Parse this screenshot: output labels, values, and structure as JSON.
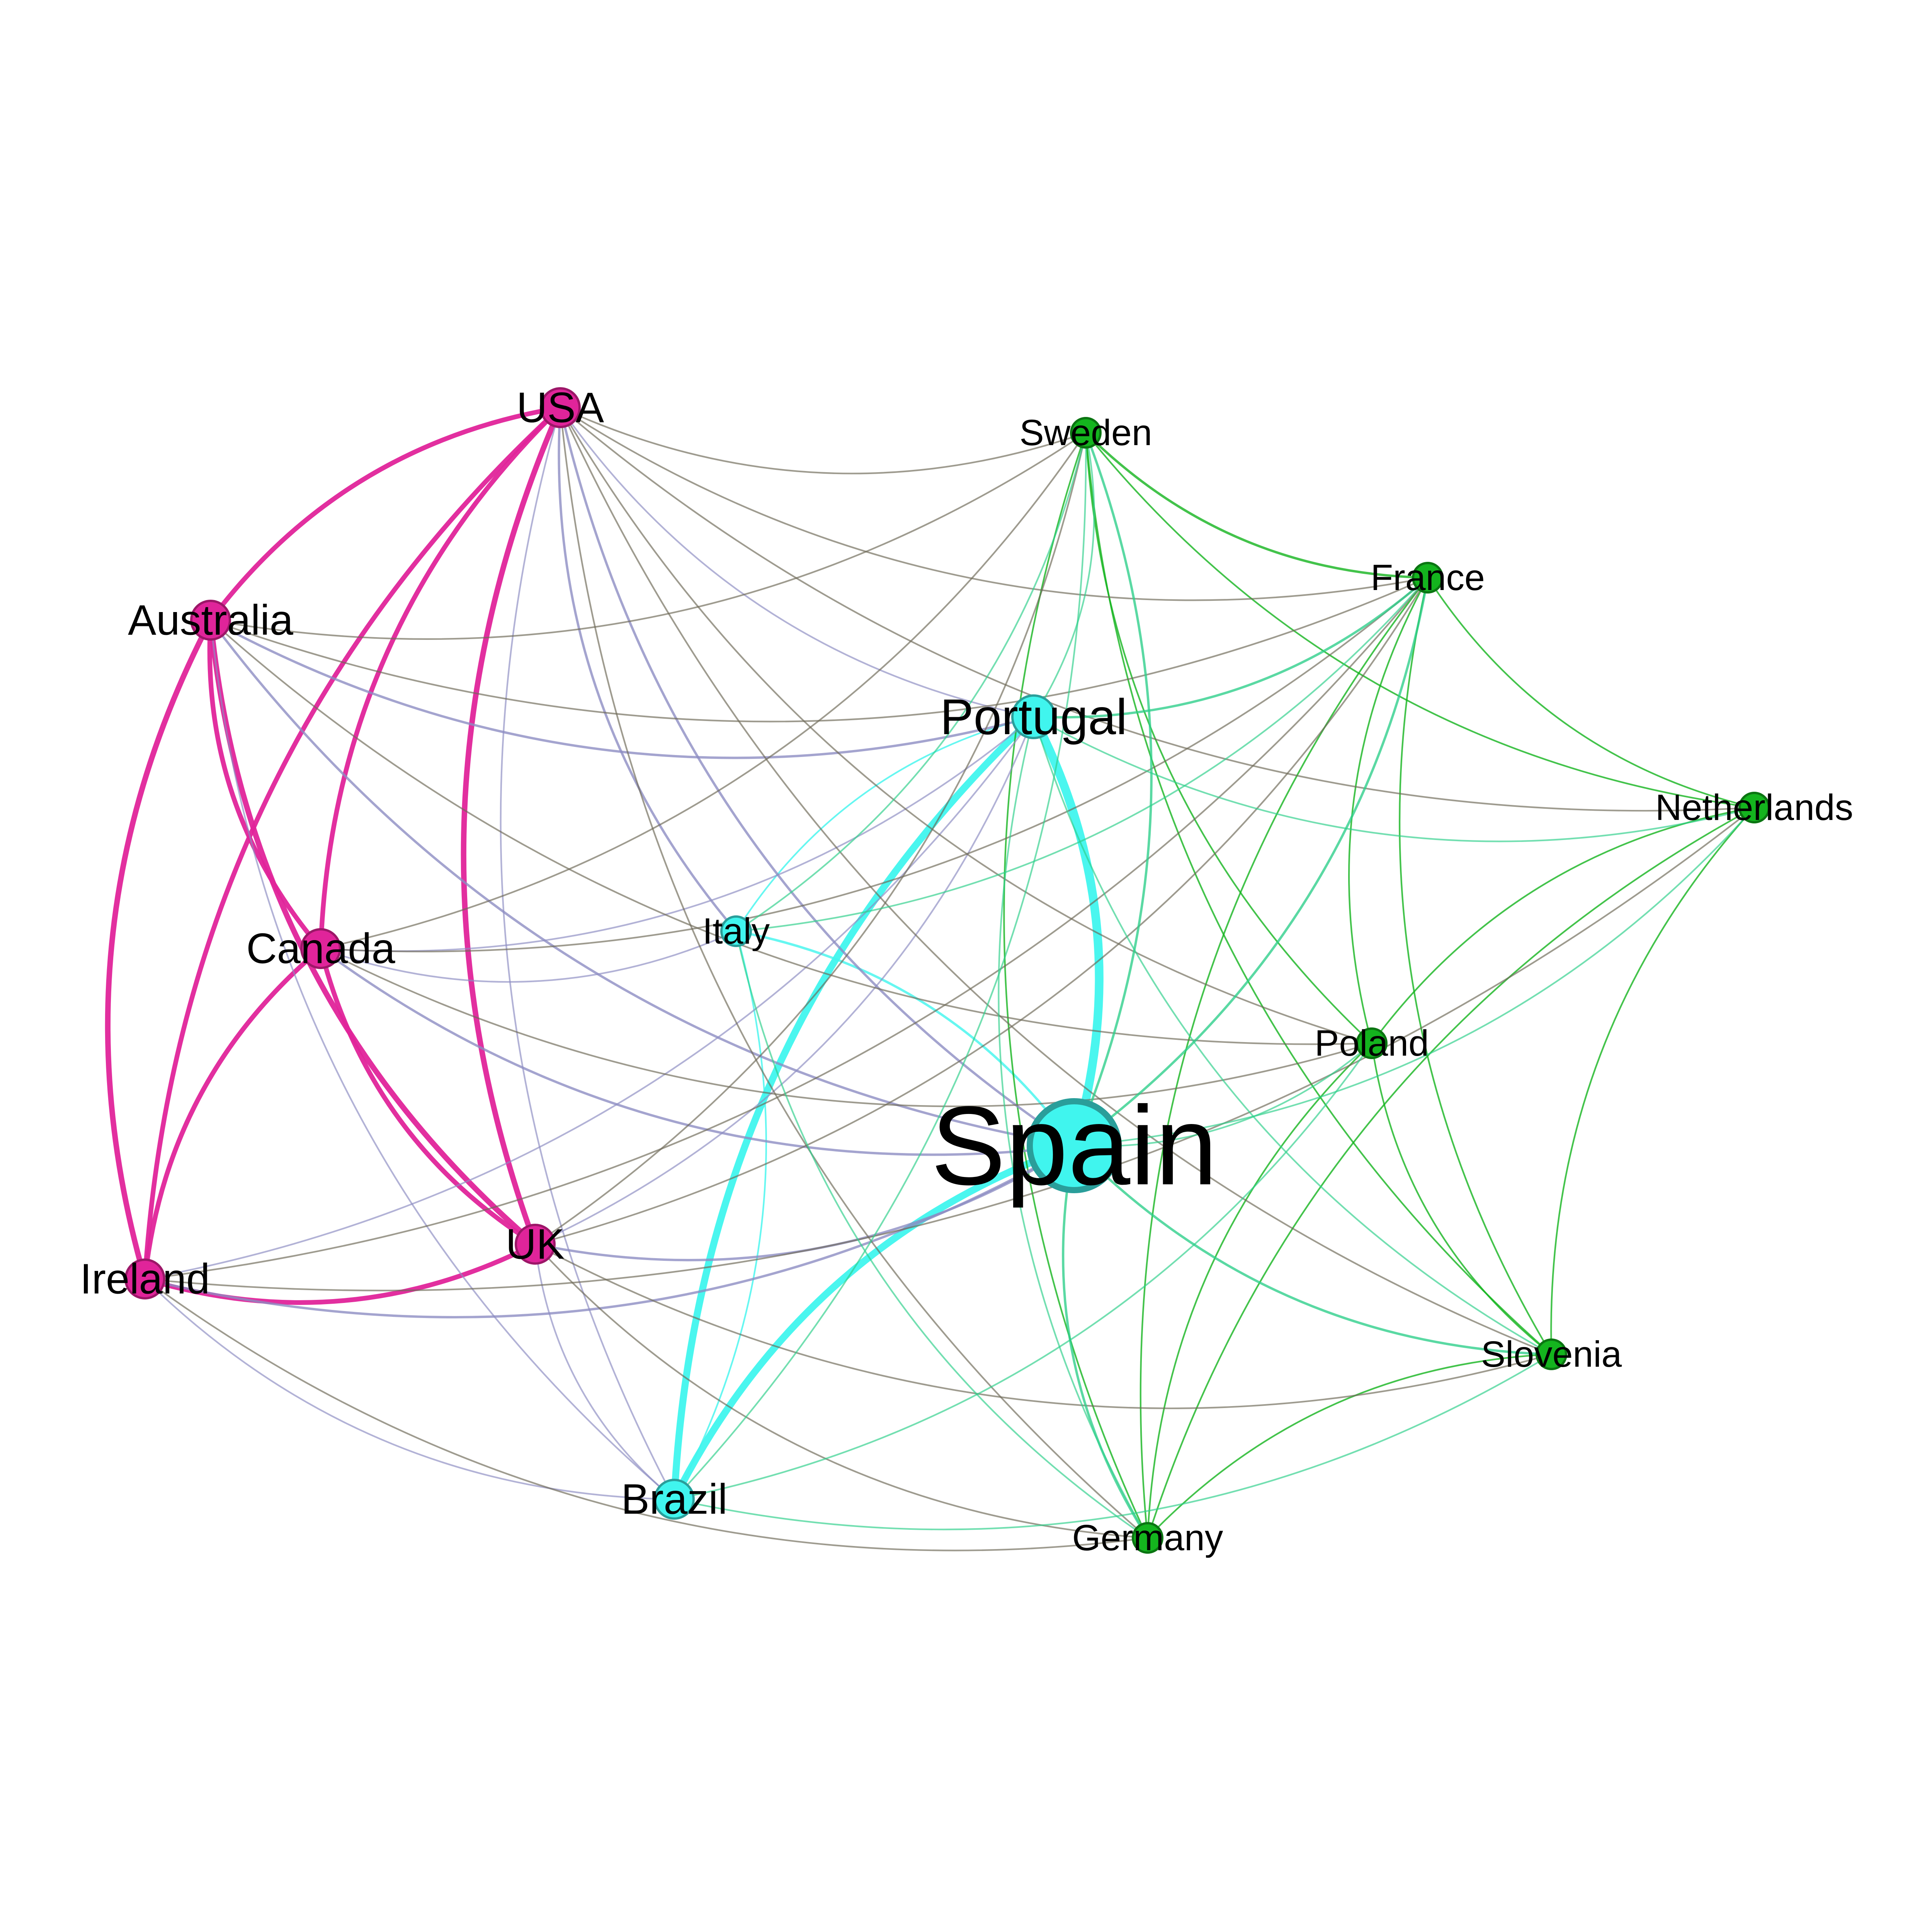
{
  "graph": {
    "clusters": {
      "anglophone": "#e0249a",
      "iberian": "#40f5ee",
      "european": "#14b41e"
    },
    "cross_cluster_colors": {
      "anglophone-iberian": "#8c8cc2",
      "anglophone-european": "#6e6a58",
      "iberian-european": "#2ecf8a"
    },
    "nodes": [
      {
        "id": "Spain",
        "label": "Spain",
        "cluster": "iberian",
        "rank": 1
      },
      {
        "id": "Portugal",
        "label": "Portugal",
        "cluster": "iberian",
        "rank": 2
      },
      {
        "id": "Brazil",
        "label": "Brazil",
        "cluster": "iberian",
        "rank": 3
      },
      {
        "id": "Italy",
        "label": "Italy",
        "cluster": "iberian",
        "rank": 4
      },
      {
        "id": "USA",
        "label": "USA",
        "cluster": "anglophone",
        "rank": 3
      },
      {
        "id": "Australia",
        "label": "Australia",
        "cluster": "anglophone",
        "rank": 3
      },
      {
        "id": "Canada",
        "label": "Canada",
        "cluster": "anglophone",
        "rank": 3
      },
      {
        "id": "Ireland",
        "label": "Ireland",
        "cluster": "anglophone",
        "rank": 3
      },
      {
        "id": "UK",
        "label": "UK",
        "cluster": "anglophone",
        "rank": 3
      },
      {
        "id": "Sweden",
        "label": "Sweden",
        "cluster": "european",
        "rank": 4
      },
      {
        "id": "France",
        "label": "France",
        "cluster": "european",
        "rank": 4
      },
      {
        "id": "Netherlands",
        "label": "Netherlands",
        "cluster": "european",
        "rank": 4
      },
      {
        "id": "Poland",
        "label": "Poland",
        "cluster": "european",
        "rank": 4
      },
      {
        "id": "Slovenia",
        "label": "Slovenia",
        "cluster": "european",
        "rank": 4
      },
      {
        "id": "Germany",
        "label": "Germany",
        "cluster": "european",
        "rank": 4
      }
    ],
    "edges": [
      {
        "source": "Spain",
        "target": "Portugal",
        "weight": 10
      },
      {
        "source": "Spain",
        "target": "Brazil",
        "weight": 8
      },
      {
        "source": "Portugal",
        "target": "Brazil",
        "weight": 8
      },
      {
        "source": "Spain",
        "target": "Italy",
        "weight": 2
      },
      {
        "source": "Portugal",
        "target": "Italy",
        "weight": 1
      },
      {
        "source": "Brazil",
        "target": "Italy",
        "weight": 1
      },
      {
        "source": "USA",
        "target": "Australia",
        "weight": 5
      },
      {
        "source": "USA",
        "target": "Canada",
        "weight": 5
      },
      {
        "source": "USA",
        "target": "Ireland",
        "weight": 5
      },
      {
        "source": "USA",
        "target": "UK",
        "weight": 6
      },
      {
        "source": "Australia",
        "target": "Canada",
        "weight": 5
      },
      {
        "source": "Australia",
        "target": "Ireland",
        "weight": 6
      },
      {
        "source": "Australia",
        "target": "UK",
        "weight": 6
      },
      {
        "source": "Canada",
        "target": "Ireland",
        "weight": 5
      },
      {
        "source": "Canada",
        "target": "UK",
        "weight": 5
      },
      {
        "source": "Ireland",
        "target": "UK",
        "weight": 5
      },
      {
        "source": "Sweden",
        "target": "France",
        "weight": 2
      },
      {
        "source": "Sweden",
        "target": "Netherlands",
        "weight": 1
      },
      {
        "source": "Sweden",
        "target": "Poland",
        "weight": 1
      },
      {
        "source": "Sweden",
        "target": "Slovenia",
        "weight": 1
      },
      {
        "source": "Sweden",
        "target": "Germany",
        "weight": 1
      },
      {
        "source": "France",
        "target": "Netherlands",
        "weight": 1
      },
      {
        "source": "France",
        "target": "Poland",
        "weight": 1
      },
      {
        "source": "France",
        "target": "Slovenia",
        "weight": 1
      },
      {
        "source": "France",
        "target": "Germany",
        "weight": 1
      },
      {
        "source": "Netherlands",
        "target": "Poland",
        "weight": 1
      },
      {
        "source": "Netherlands",
        "target": "Slovenia",
        "weight": 1
      },
      {
        "source": "Netherlands",
        "target": "Germany",
        "weight": 1
      },
      {
        "source": "Poland",
        "target": "Slovenia",
        "weight": 1
      },
      {
        "source": "Poland",
        "target": "Germany",
        "weight": 1
      },
      {
        "source": "Slovenia",
        "target": "Germany",
        "weight": 1
      },
      {
        "source": "USA",
        "target": "Spain",
        "weight": 2
      },
      {
        "source": "USA",
        "target": "Portugal",
        "weight": 1
      },
      {
        "source": "USA",
        "target": "Italy",
        "weight": 2
      },
      {
        "source": "USA",
        "target": "Brazil",
        "weight": 1
      },
      {
        "source": "Australia",
        "target": "Spain",
        "weight": 2
      },
      {
        "source": "Australia",
        "target": "Portugal",
        "weight": 2
      },
      {
        "source": "Australia",
        "target": "Brazil",
        "weight": 1
      },
      {
        "source": "Canada",
        "target": "Spain",
        "weight": 2
      },
      {
        "source": "Canada",
        "target": "Portugal",
        "weight": 1
      },
      {
        "source": "Canada",
        "target": "Italy",
        "weight": 1
      },
      {
        "source": "Ireland",
        "target": "Spain",
        "weight": 2
      },
      {
        "source": "Ireland",
        "target": "Portugal",
        "weight": 1
      },
      {
        "source": "Ireland",
        "target": "Brazil",
        "weight": 1
      },
      {
        "source": "UK",
        "target": "Spain",
        "weight": 2
      },
      {
        "source": "UK",
        "target": "Portugal",
        "weight": 1
      },
      {
        "source": "UK",
        "target": "Brazil",
        "weight": 1
      },
      {
        "source": "USA",
        "target": "Sweden",
        "weight": 1
      },
      {
        "source": "USA",
        "target": "France",
        "weight": 1
      },
      {
        "source": "USA",
        "target": "Netherlands",
        "weight": 1
      },
      {
        "source": "USA",
        "target": "Poland",
        "weight": 1
      },
      {
        "source": "USA",
        "target": "Slovenia",
        "weight": 1
      },
      {
        "source": "USA",
        "target": "Germany",
        "weight": 1
      },
      {
        "source": "Australia",
        "target": "Sweden",
        "weight": 1
      },
      {
        "source": "Australia",
        "target": "France",
        "weight": 1
      },
      {
        "source": "Australia",
        "target": "Poland",
        "weight": 1
      },
      {
        "source": "Canada",
        "target": "Sweden",
        "weight": 1
      },
      {
        "source": "Canada",
        "target": "France",
        "weight": 1
      },
      {
        "source": "Canada",
        "target": "Poland",
        "weight": 1
      },
      {
        "source": "Ireland",
        "target": "France",
        "weight": 1
      },
      {
        "source": "Ireland",
        "target": "Germany",
        "weight": 1
      },
      {
        "source": "Ireland",
        "target": "Netherlands",
        "weight": 1
      },
      {
        "source": "UK",
        "target": "Sweden",
        "weight": 1
      },
      {
        "source": "UK",
        "target": "France",
        "weight": 1
      },
      {
        "source": "UK",
        "target": "Slovenia",
        "weight": 1
      },
      {
        "source": "UK",
        "target": "Germany",
        "weight": 1
      },
      {
        "source": "Spain",
        "target": "Sweden",
        "weight": 2
      },
      {
        "source": "Spain",
        "target": "France",
        "weight": 2
      },
      {
        "source": "Spain",
        "target": "Netherlands",
        "weight": 1
      },
      {
        "source": "Spain",
        "target": "Poland",
        "weight": 1
      },
      {
        "source": "Spain",
        "target": "Slovenia",
        "weight": 2
      },
      {
        "source": "Spain",
        "target": "Germany",
        "weight": 2
      },
      {
        "source": "Portugal",
        "target": "Sweden",
        "weight": 1
      },
      {
        "source": "Portugal",
        "target": "France",
        "weight": 2
      },
      {
        "source": "Portugal",
        "target": "Netherlands",
        "weight": 1
      },
      {
        "source": "Portugal",
        "target": "Slovenia",
        "weight": 1
      },
      {
        "source": "Portugal",
        "target": "Germany",
        "weight": 1
      },
      {
        "source": "Brazil",
        "target": "Sweden",
        "weight": 1
      },
      {
        "source": "Brazil",
        "target": "Slovenia",
        "weight": 1
      },
      {
        "source": "Brazil",
        "target": "Poland",
        "weight": 1
      },
      {
        "source": "Italy",
        "target": "Sweden",
        "weight": 1
      },
      {
        "source": "Italy",
        "target": "France",
        "weight": 1
      },
      {
        "source": "Italy",
        "target": "Germany",
        "weight": 1
      }
    ]
  }
}
